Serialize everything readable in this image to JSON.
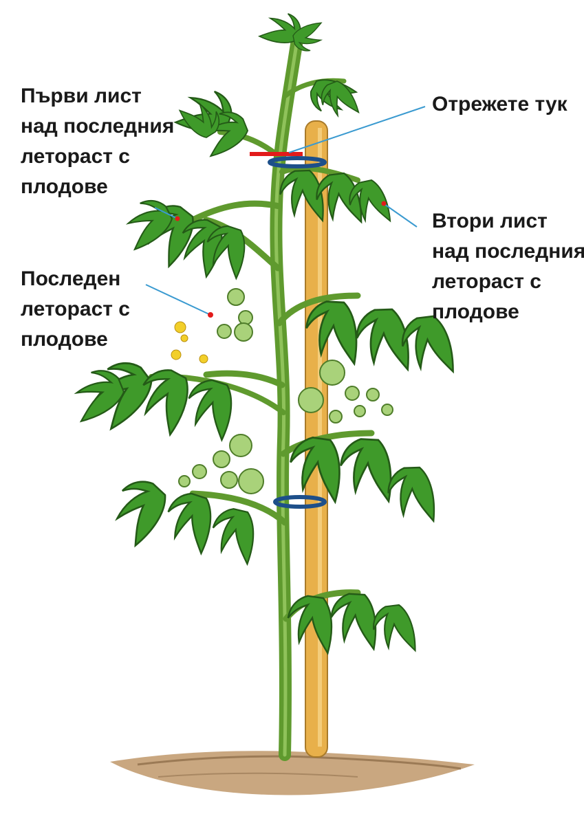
{
  "labels": {
    "first_leaf": [
      "Първи  лист",
      "над последния",
      "летораст с",
      "плодове"
    ],
    "cut_here": [
      "Отрежете тук"
    ],
    "second_leaf": [
      "Втори лист",
      "над последния",
      "летораст с",
      "плодове"
    ],
    "last_shoot": [
      "Последен",
      "летораст с",
      "плодове"
    ]
  },
  "colors": {
    "leader_line": "#3a9ad0",
    "cut_mark": "#e21b1b",
    "stake": "#e8b04a",
    "stem": "#5f9a2e",
    "leaf": "#3f9a2a",
    "fruit": "#a9d27a",
    "tie": "#1d4f8a",
    "soil": "#c9a780",
    "flower": "#f2cf2a"
  }
}
